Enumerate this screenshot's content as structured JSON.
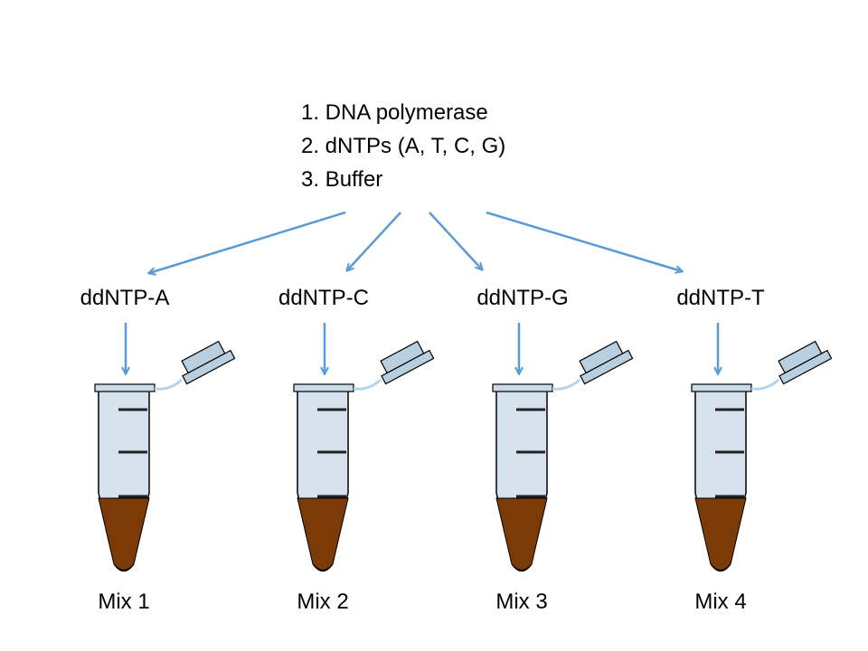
{
  "reagents": [
    "1. DNA polymerase",
    "2. dNTPs (A, T, C, G)",
    "3. Buffer"
  ],
  "tubes": [
    {
      "ddntp": "ddNTP-A",
      "mix": "Mix 1"
    },
    {
      "ddntp": "ddNTP-C",
      "mix": "Mix 2"
    },
    {
      "ddntp": "ddNTP-G",
      "mix": "Mix 3"
    },
    {
      "ddntp": "ddNTP-T",
      "mix": "Mix 4"
    }
  ],
  "colors": {
    "arrow": "#5b9bd5",
    "tube_fill": "#d6e3ee",
    "tube_outline": "#000000",
    "liquid": "#7b3a06",
    "cap_fill": "#b8cfe0",
    "hinge": "#b8d4ea"
  }
}
